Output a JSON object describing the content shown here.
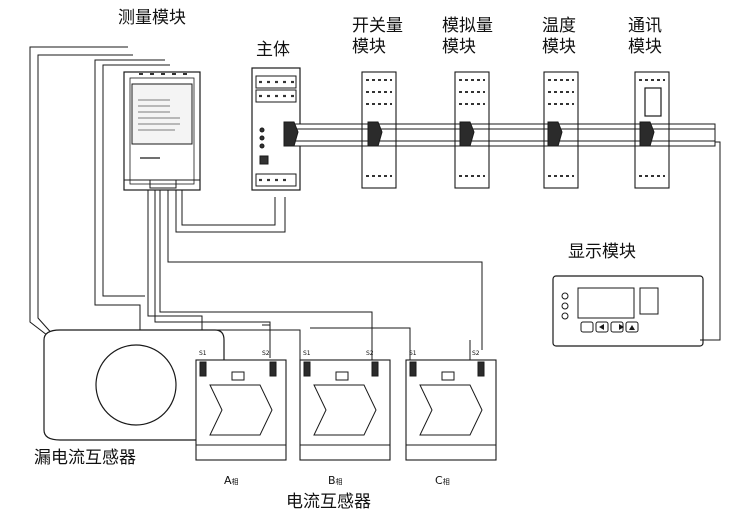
{
  "labels": {
    "measure_module": "测量模块",
    "main_body": "主体",
    "switch_module_l1": "开关量",
    "switch_module_l2": "模块",
    "analog_module_l1": "模拟量",
    "analog_module_l2": "模块",
    "temp_module_l1": "温度",
    "temp_module_l2": "模块",
    "comm_module_l1": "通讯",
    "comm_module_l2": "模块",
    "display_module": "显示模块",
    "leak_ct": "漏电流互感器",
    "current_ct": "电流互感器"
  },
  "ct": {
    "a_phase": "A",
    "b_phase": "B",
    "c_phase": "C",
    "phase_suffix": "相",
    "s1": "S1",
    "s2": "S2"
  },
  "colors": {
    "line": "#1a1a1a",
    "module_dark": "#2b2b2b",
    "fill": "#ffffff"
  },
  "icons": [
    "left-arrow-icon",
    "right-arrow-icon",
    "up-arrow-icon",
    "down-arrow-icon"
  ]
}
